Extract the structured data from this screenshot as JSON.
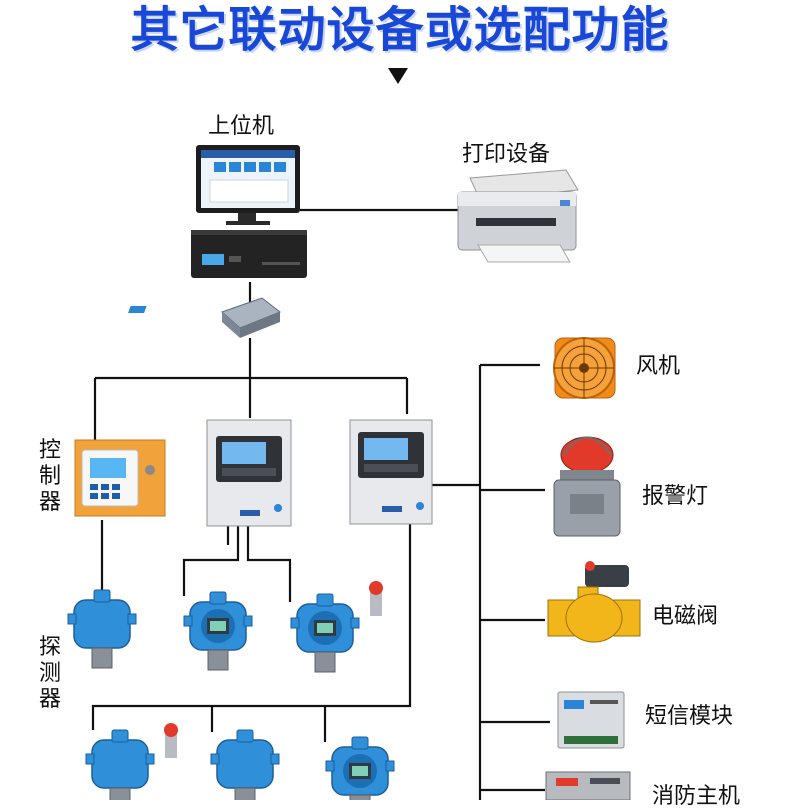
{
  "title": "其它联动设备或选配功能",
  "labels": {
    "host": "上位机",
    "printer": "打印设备",
    "controller": "控制器",
    "detector": "探测器",
    "fan": "风机",
    "alarm_light": "报警灯",
    "solenoid_valve": "电磁阀",
    "sms_module": "短信模块",
    "fire_host": "消防主机"
  },
  "colors": {
    "title": "#1947d6",
    "detector_blue": "#2f8fd8",
    "controller_orange": "#f2a23a",
    "valve_yellow": "#f2b51a",
    "fan_orange": "#f28a18",
    "line": "#111111"
  }
}
